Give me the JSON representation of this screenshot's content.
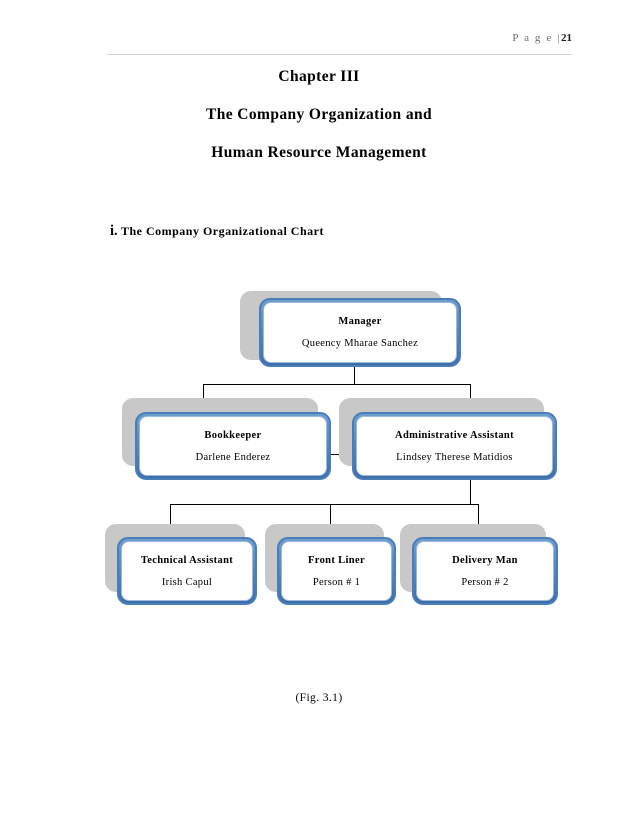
{
  "page": {
    "header_label": "P a g e |",
    "page_number": "21"
  },
  "titles": {
    "chapter": "Chapter III",
    "line2": "The Company Organization and",
    "line3": "Human Resource Management"
  },
  "section": {
    "enumerator": "i.",
    "heading": "The Company Organizational Chart"
  },
  "figure": {
    "caption": "(Fig. 3.1)"
  },
  "colors": {
    "node_border": "#4a7ebb",
    "node_border_light": "#9bb9da",
    "node_shadow": "#c8c8c8",
    "connector": "#000000",
    "header_rule": "#d4d4d4",
    "header_text": "#6e6e6e"
  },
  "chart_data": {
    "type": "diagram",
    "title": "The Company Organizational Chart",
    "caption": "(Fig. 3.1)",
    "nodes": [
      {
        "id": "manager",
        "title": "Manager",
        "person": "Queency Mharae Sanchez",
        "level": 0
      },
      {
        "id": "bookkeeper",
        "title": "Bookkeeper",
        "person": "Darlene Enderez",
        "level": 1
      },
      {
        "id": "admin-assistant",
        "title": "Administrative Assistant",
        "person": "Lindsey Therese Matidios",
        "level": 1
      },
      {
        "id": "technical-assistant",
        "title": "Technical Assistant",
        "person": "Irish Capul",
        "level": 2
      },
      {
        "id": "front-liner",
        "title": "Front Liner",
        "person": "Person # 1",
        "level": 2
      },
      {
        "id": "delivery-man",
        "title": "Delivery Man",
        "person": "Person # 2",
        "level": 2
      }
    ],
    "edges": [
      {
        "from": "manager",
        "to": "bookkeeper"
      },
      {
        "from": "manager",
        "to": "admin-assistant"
      },
      {
        "from": "bookkeeper",
        "to": "admin-assistant",
        "style": "lateral"
      },
      {
        "from": "admin-assistant",
        "to": "technical-assistant"
      },
      {
        "from": "admin-assistant",
        "to": "front-liner"
      },
      {
        "from": "admin-assistant",
        "to": "delivery-man"
      }
    ]
  }
}
